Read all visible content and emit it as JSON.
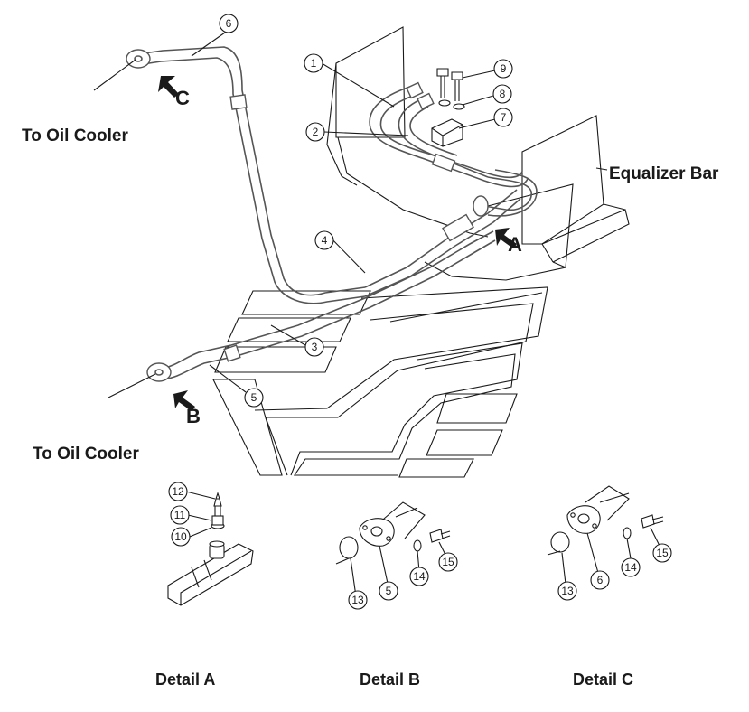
{
  "labels": {
    "to_oil_cooler_top": "To Oil Cooler",
    "to_oil_cooler_bottom": "To Oil Cooler",
    "equalizer_bar": "Equalizer Bar",
    "view_a": "A",
    "view_b": "B",
    "view_c": "C",
    "detail_a": "Detail A",
    "detail_b": "Detail B",
    "detail_c": "Detail C"
  },
  "callouts": {
    "c1": "1",
    "c2": "2",
    "c3": "3",
    "c4": "4",
    "c5": "5",
    "c6": "6",
    "c7": "7",
    "c8": "8",
    "c9": "9",
    "da12": "12",
    "da11": "11",
    "da10": "10",
    "db13": "13",
    "db5": "5",
    "db14": "14",
    "db15": "15",
    "dc13": "13",
    "dc6": "6",
    "dc14": "14",
    "dc15": "15"
  }
}
